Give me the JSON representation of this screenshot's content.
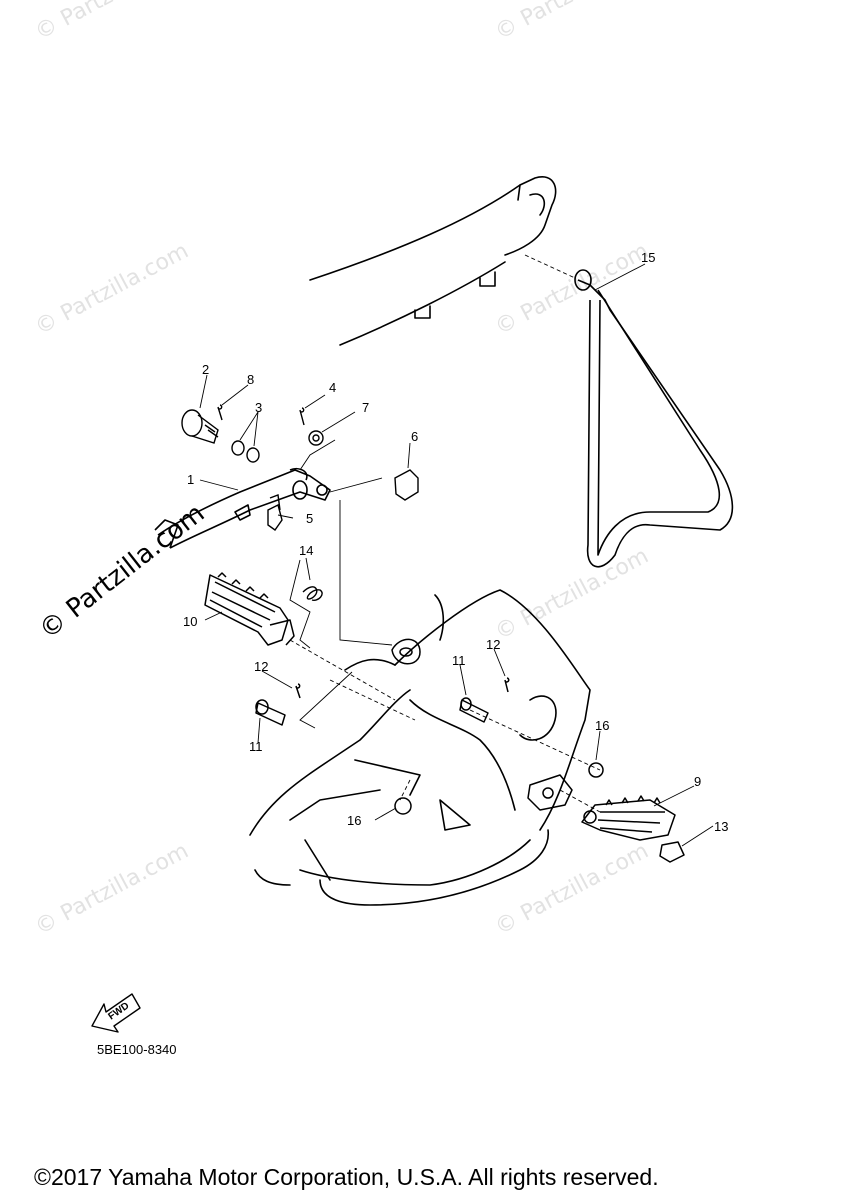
{
  "watermark": {
    "text": "© Partzilla.com",
    "main_text": "© Partzilla.com"
  },
  "callouts": [
    {
      "id": "c2",
      "label": "2"
    },
    {
      "id": "c8",
      "label": "8"
    },
    {
      "id": "c3",
      "label": "3"
    },
    {
      "id": "c4",
      "label": "4"
    },
    {
      "id": "c7",
      "label": "7"
    },
    {
      "id": "c6",
      "label": "6"
    },
    {
      "id": "c1",
      "label": "1"
    },
    {
      "id": "c5",
      "label": "5"
    },
    {
      "id": "c14",
      "label": "14"
    },
    {
      "id": "c10",
      "label": "10"
    },
    {
      "id": "c12a",
      "label": "12"
    },
    {
      "id": "c11a",
      "label": "11"
    },
    {
      "id": "c11b",
      "label": "11"
    },
    {
      "id": "c12b",
      "label": "12"
    },
    {
      "id": "c15",
      "label": "15"
    },
    {
      "id": "c16a",
      "label": "16"
    },
    {
      "id": "c16b",
      "label": "16"
    },
    {
      "id": "c9",
      "label": "9"
    },
    {
      "id": "c13",
      "label": "13"
    }
  ],
  "fwd_label": "FWD",
  "part_code": "5BE100-8340",
  "copyright": "©2017 Yamaha Motor Corporation, U.S.A. All rights reserved."
}
